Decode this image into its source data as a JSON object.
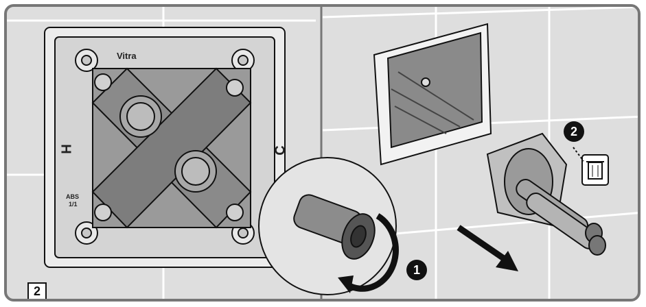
{
  "figure": {
    "step_number": "2",
    "callouts": [
      {
        "label": "1",
        "meaning": "rotate-cap"
      },
      {
        "label": "2",
        "meaning": "remove-and-recycle"
      }
    ],
    "left_panel": {
      "brand_text": "Vitra",
      "side_label_hot": "H",
      "side_label_cold": "C",
      "material_text_line1": "ABS",
      "material_text_line2": "1/1"
    },
    "icons": [
      "recycle-bin-icon",
      "rotation-arrow-icon",
      "removal-arrow-icon"
    ],
    "colors": {
      "frame_border": "#777777",
      "background_tile": "#dedede",
      "part_fill": "#888888",
      "line_art": "#111111"
    }
  }
}
